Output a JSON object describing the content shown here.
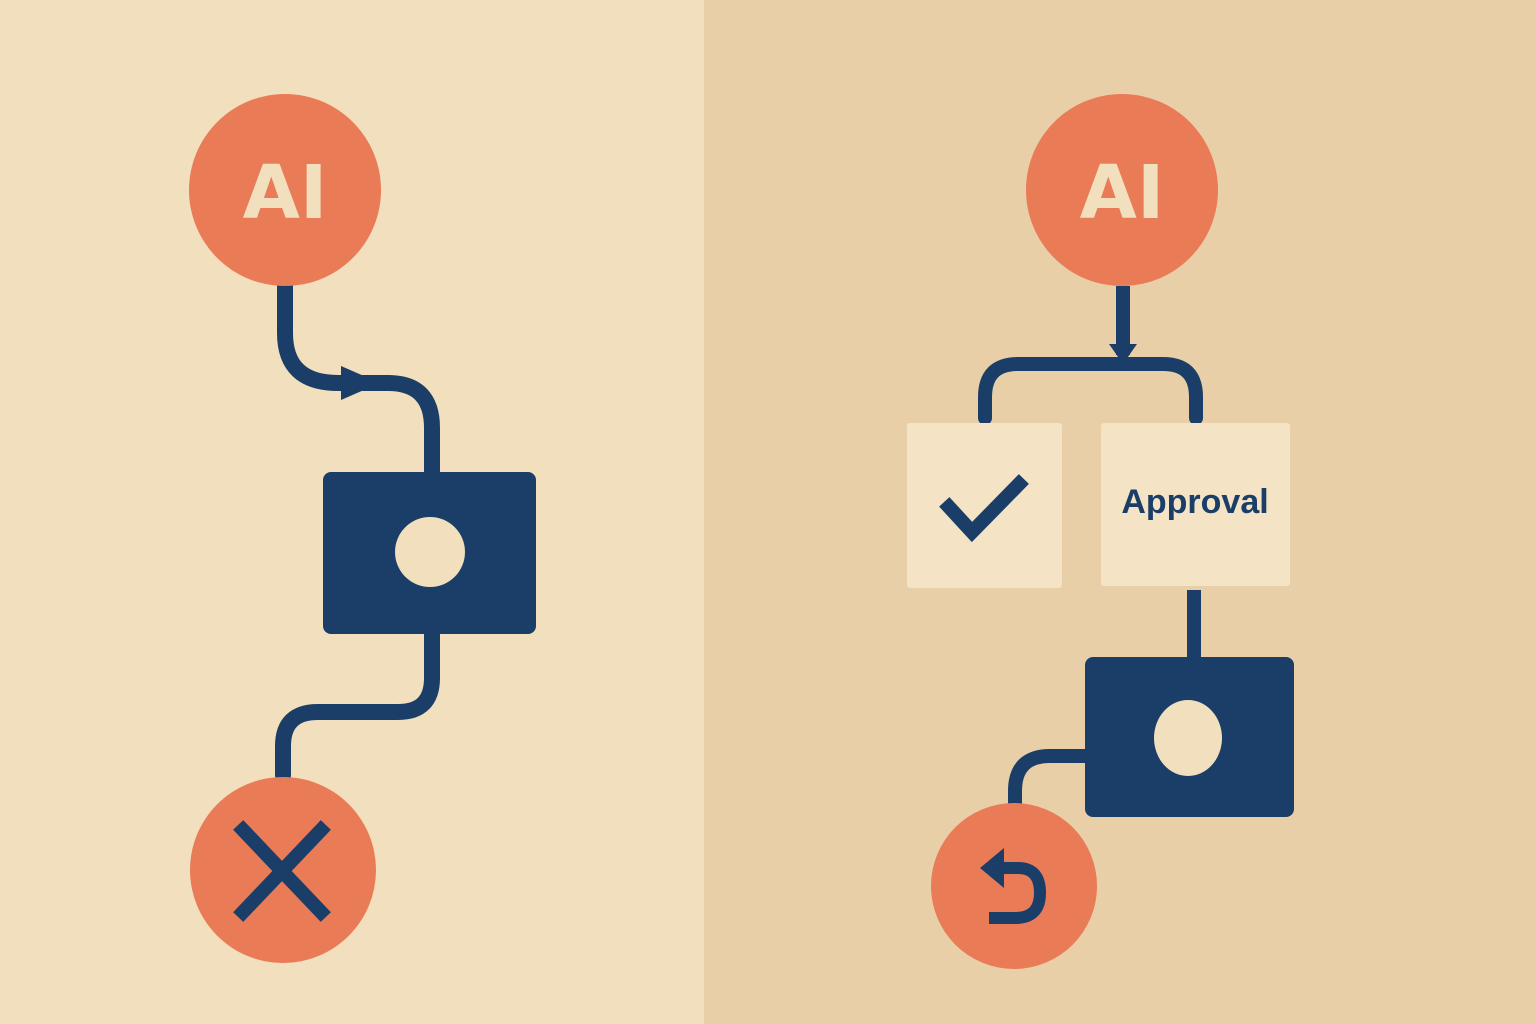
{
  "colors": {
    "left_background": "#f2dfbe",
    "right_background": "#e8cfa7",
    "accent_orange": "#ea7b57",
    "navy": "#1b3e68",
    "light_box": "#f4e3c4",
    "label_light": "#f2dfbe"
  },
  "left_panel": {
    "ai_node": {
      "label": "AI",
      "icon": "ai-circle"
    },
    "process_box": {
      "icon": "camera-like-box"
    },
    "end_node": {
      "icon": "close-icon"
    }
  },
  "right_panel": {
    "ai_node": {
      "label": "AI",
      "icon": "ai-circle"
    },
    "check_box": {
      "icon": "check-icon"
    },
    "approval_box": {
      "label": "Approval"
    },
    "process_box": {
      "icon": "camera-like-box"
    },
    "end_node": {
      "icon": "undo-icon"
    }
  }
}
